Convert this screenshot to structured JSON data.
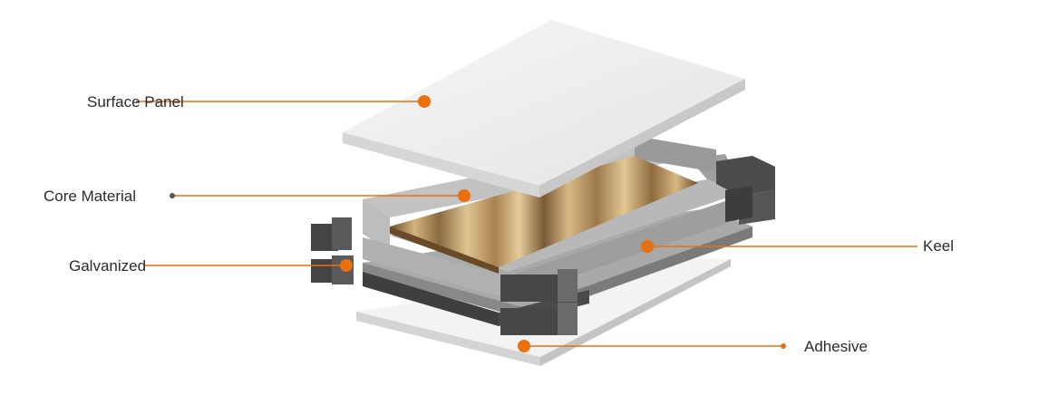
{
  "labels": {
    "surface_panel": "Surface Panel",
    "core_material": "Core Material",
    "galvanized": "Galvanized",
    "keel": "Keel",
    "adhesive": "Adhesive"
  },
  "colors": {
    "accent": "#e8700f",
    "panel": "#ececec",
    "steel_light": "#b5b5b5",
    "steel_dark": "#4a4a4a",
    "wood": "#c9a36a"
  }
}
